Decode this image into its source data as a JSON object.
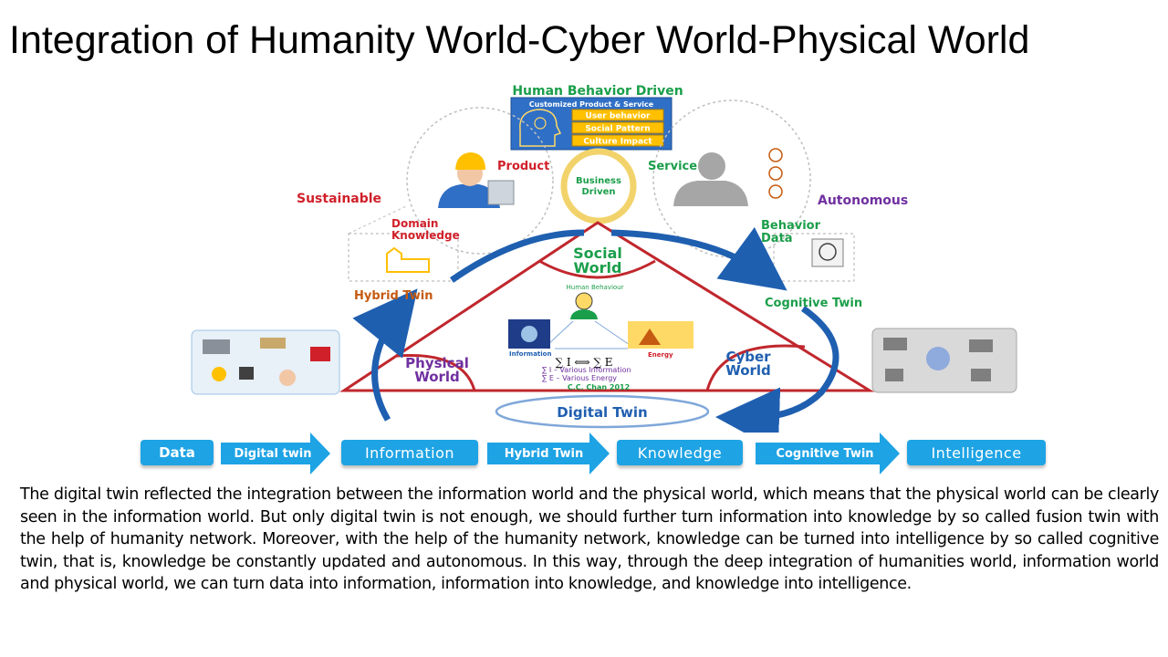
{
  "title": "Integration of Humanity World-Cyber World-Physical World",
  "diagram": {
    "human_behavior_driven": "Human Behavior Driven",
    "customized_product": "Customized Product & Service",
    "user_behavior": "User behavior",
    "social_pattern": "Social Pattern",
    "culture_impact": "Culture Impact",
    "product": "Product",
    "service": "Service",
    "business_driven_1": "Business",
    "business_driven_2": "Driven",
    "sustainable": "Sustainable",
    "autonomous": "Autonomous",
    "domain_knowledge_1": "Domain",
    "domain_knowledge_2": "Knowledge",
    "behavior_data_1": "Behavior",
    "behavior_data_2": "Data",
    "hybrid_twin": "Hybrid Twin",
    "cognitive_twin": "Cognitive Twin",
    "social_world_1": "Social",
    "social_world_2": "World",
    "physical_world_1": "Physical",
    "physical_world_2": "World",
    "cyber_world_1": "Cyber",
    "cyber_world_2": "World",
    "human_behaviour": "Human Behaviour",
    "information": "Information",
    "energy": "Energy",
    "formula_main": "∑ I ⟺ ∑ E",
    "formula_info": "∑ I – Various Information",
    "formula_energy": "∑ E – Various Energy",
    "credit": "C.C. Chan 2012",
    "digital_twin": "Digital Twin",
    "colors": {
      "green": "#1a9e4a",
      "red": "#d0202a",
      "purple": "#7030a0",
      "blue": "#1f5fb0",
      "orange": "#c55a11",
      "flow_blue": "#1ea3e4"
    }
  },
  "flow": {
    "data": "Data",
    "digital_twin": "Digital twin",
    "information": "Information",
    "hybrid_twin": "Hybrid Twin",
    "knowledge": "Knowledge",
    "cognitive_twin": "Cognitive Twin",
    "intelligence": "Intelligence"
  },
  "paragraph": "The digital twin reflected the integration between the information world and the physical world, which means that the physical world can be clearly seen in the information world. But only digital twin is not enough, we should further turn information into knowledge by so called fusion twin with the help of humanity network. Moreover, with the help of the humanity network, knowledge can be turned into intelligence by so called cognitive twin, that is, knowledge be constantly updated and autonomous. In this way, through the deep integration of humanities world, information world and physical world, we can turn data into information, information into knowledge, and knowledge into intelligence."
}
